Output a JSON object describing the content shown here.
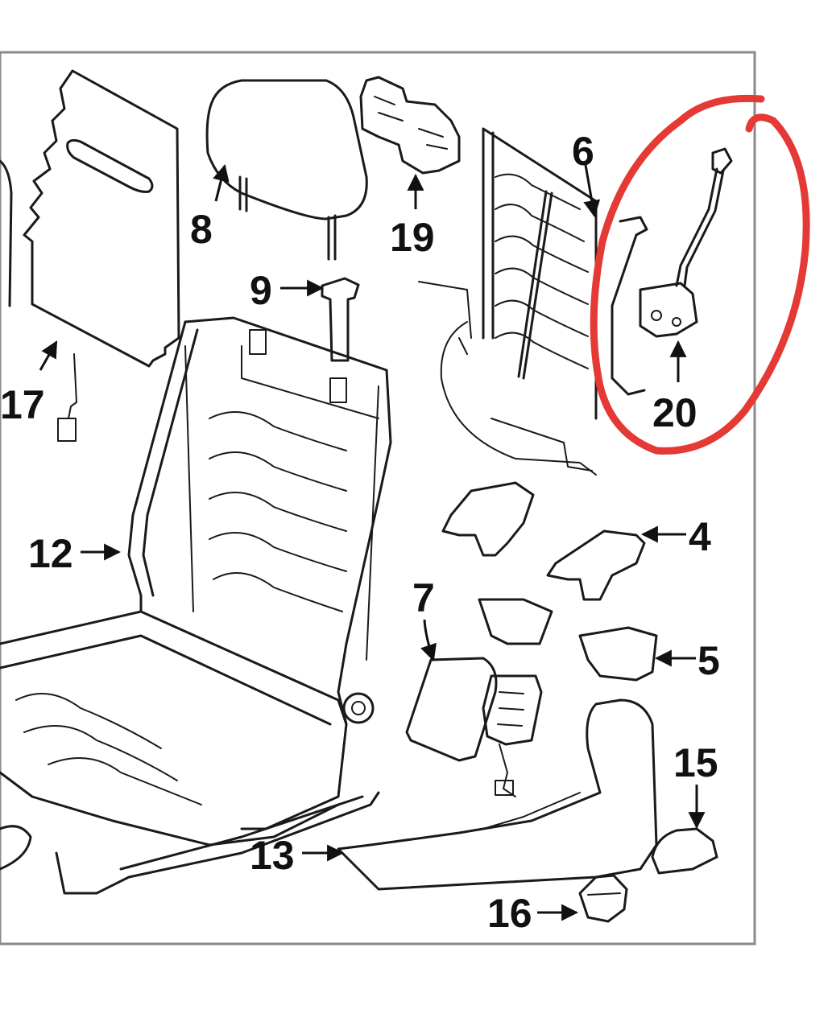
{
  "diagram": {
    "callouts": [
      {
        "id": "8",
        "label": "8"
      },
      {
        "id": "19",
        "label": "19"
      },
      {
        "id": "6",
        "label": "6"
      },
      {
        "id": "9",
        "label": "9"
      },
      {
        "id": "17",
        "label": "17"
      },
      {
        "id": "20",
        "label": "20"
      },
      {
        "id": "12",
        "label": "12"
      },
      {
        "id": "4",
        "label": "4"
      },
      {
        "id": "7",
        "label": "7"
      },
      {
        "id": "5",
        "label": "5"
      },
      {
        "id": "15",
        "label": "15"
      },
      {
        "id": "13",
        "label": "13"
      },
      {
        "id": "16",
        "label": "16"
      }
    ],
    "highlight_color": "#e53935",
    "frame_color": "#8a8a8a",
    "line_color": "#1a1a1a"
  }
}
